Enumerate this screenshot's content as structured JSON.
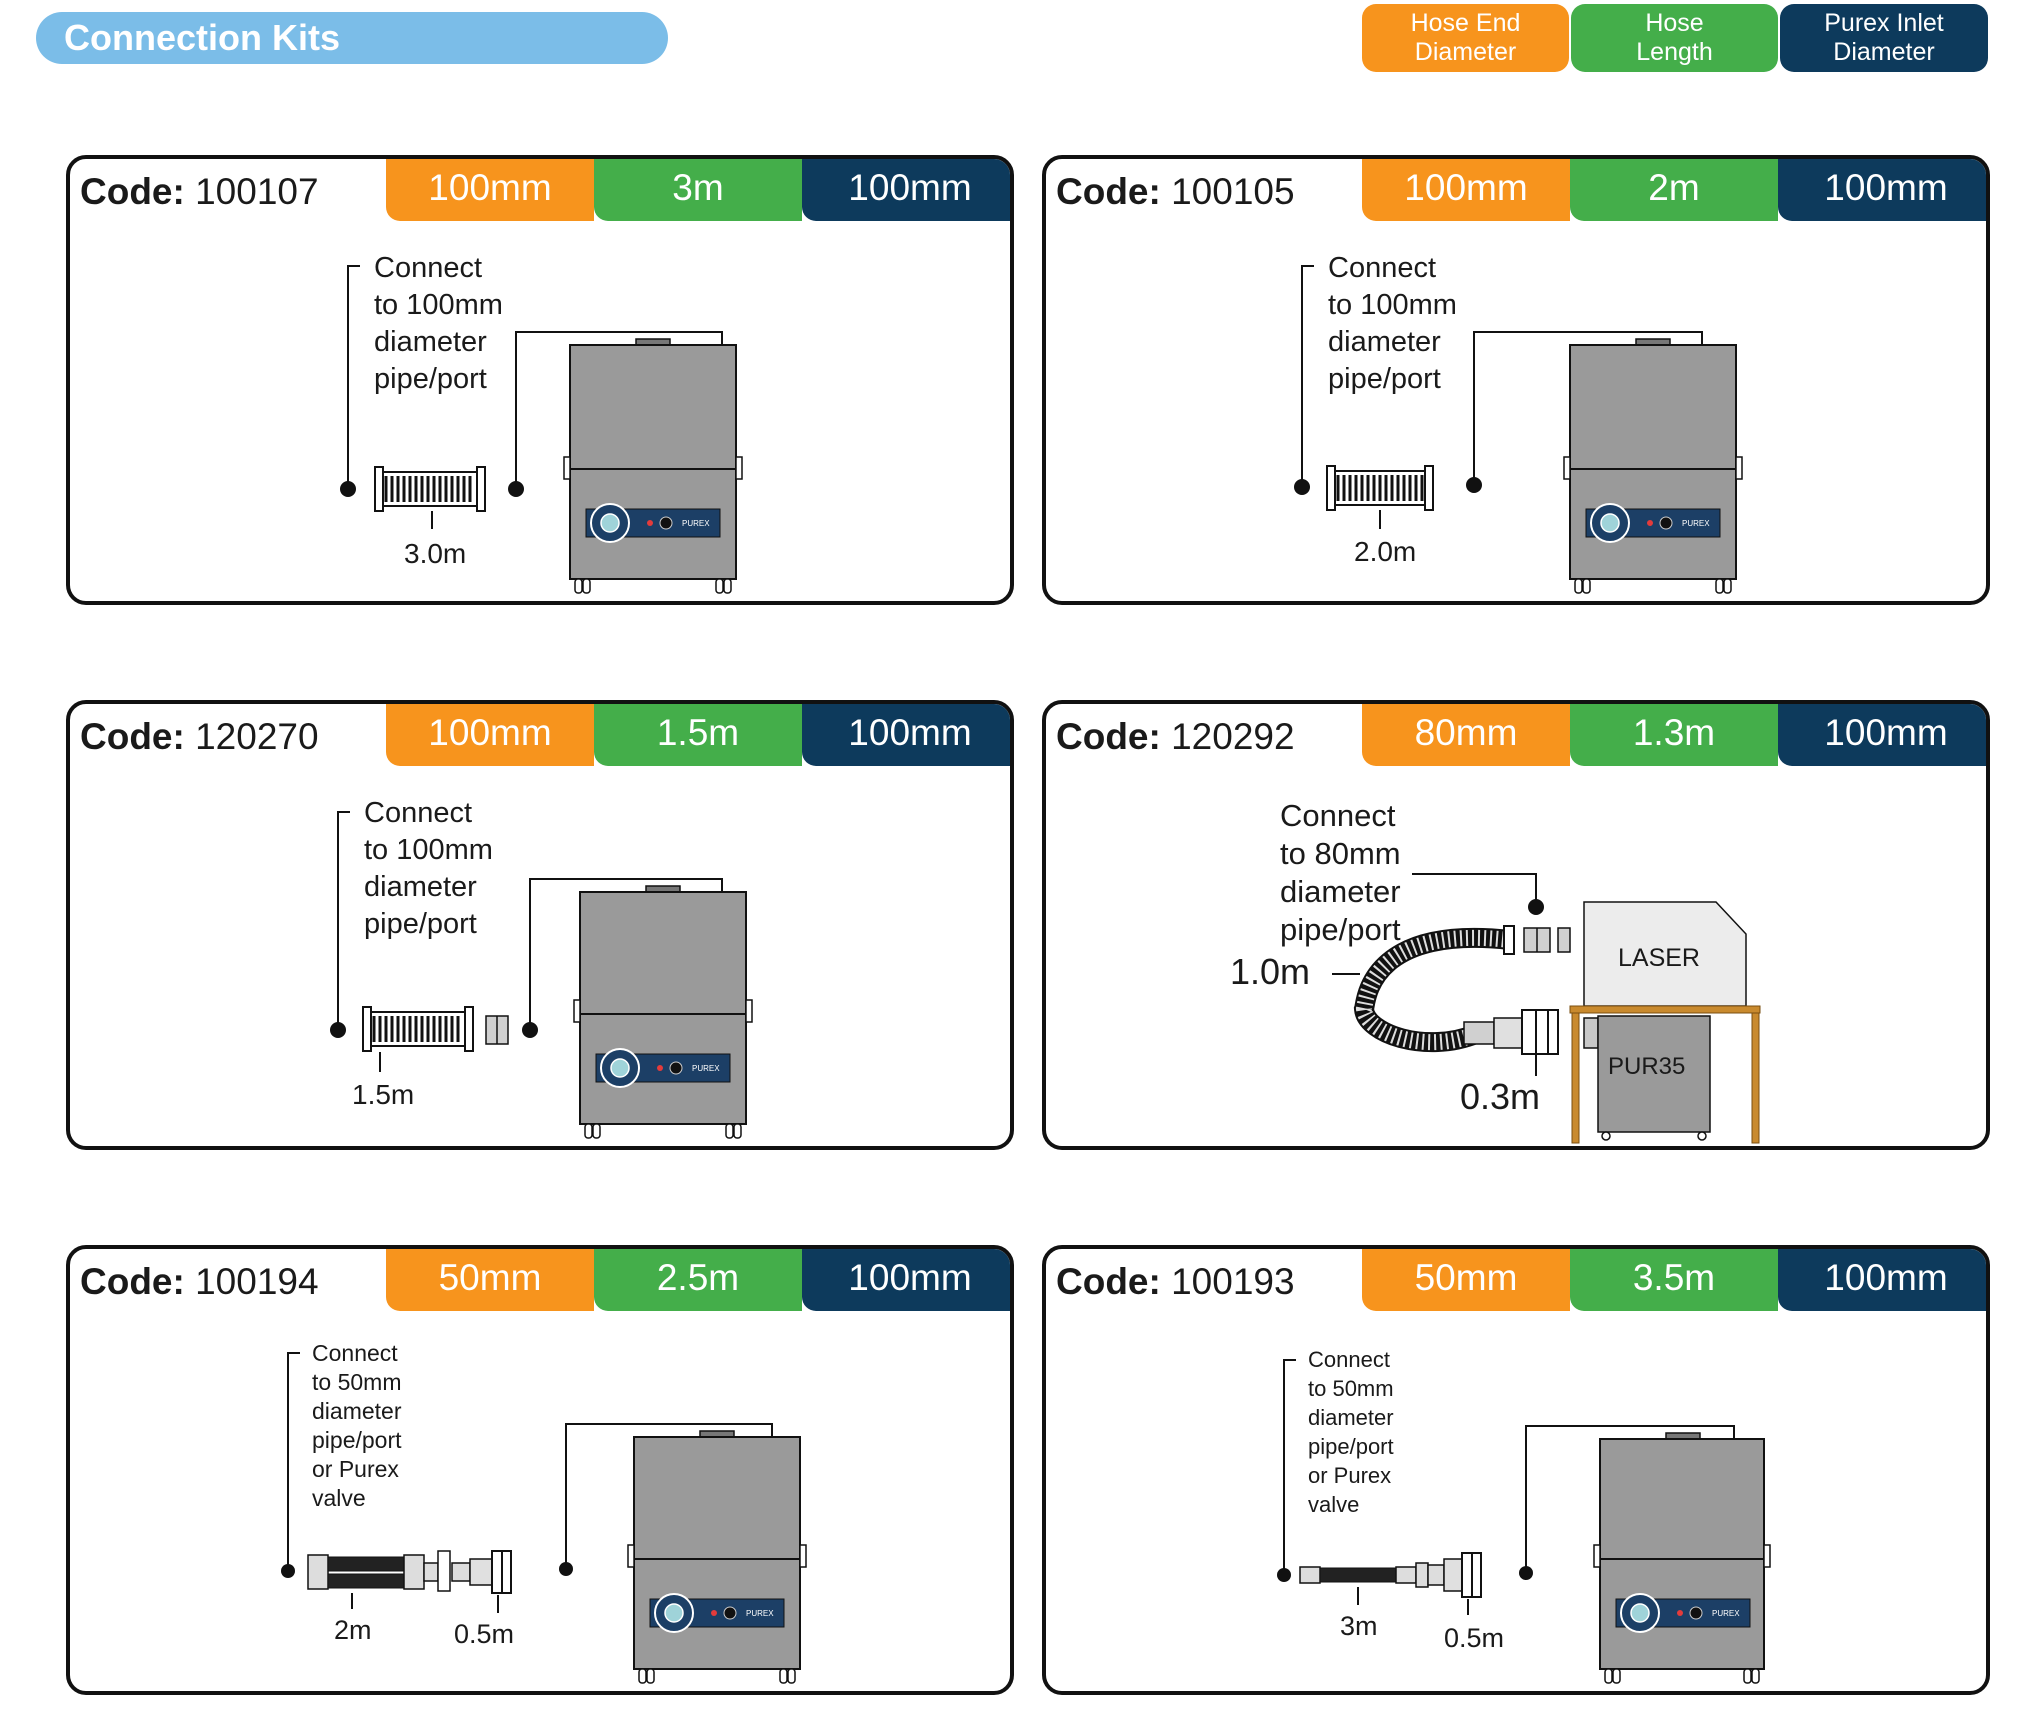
{
  "header": {
    "title": "Connection Kits",
    "legend": [
      {
        "line1": "Hose End",
        "line2": "Diameter",
        "color": "#f7941d"
      },
      {
        "line1": "Hose",
        "line2": "Length",
        "color": "#44ae4a"
      },
      {
        "line1": "Purex Inlet",
        "line2": "Diameter",
        "color": "#0d3a5c"
      }
    ]
  },
  "unit_labels": {
    "logo": "PUREX",
    "laser": "LASER",
    "unit": "PUR35"
  },
  "code_prefix": "Code:",
  "kits": [
    {
      "code": "100107",
      "hose_end": "100mm",
      "length": "3m",
      "inlet": "100mm",
      "note": [
        "Connect",
        "to 100mm",
        "diameter",
        "pipe/port"
      ],
      "dims": [
        "3.0m"
      ]
    },
    {
      "code": "100105",
      "hose_end": "100mm",
      "length": "2m",
      "inlet": "100mm",
      "note": [
        "Connect",
        "to 100mm",
        "diameter",
        "pipe/port"
      ],
      "dims": [
        "2.0m"
      ]
    },
    {
      "code": "120270",
      "hose_end": "100mm",
      "length": "1.5m",
      "inlet": "100mm",
      "note": [
        "Connect",
        "to 100mm",
        "diameter",
        "pipe/port"
      ],
      "dims": [
        "1.5m"
      ]
    },
    {
      "code": "120292",
      "hose_end": "80mm",
      "length": "1.3m",
      "inlet": "100mm",
      "note": [
        "Connect",
        "to 80mm",
        "diameter",
        "pipe/port"
      ],
      "dims": [
        "1.0m",
        "0.3m"
      ]
    },
    {
      "code": "100194",
      "hose_end": "50mm",
      "length": "2.5m",
      "inlet": "100mm",
      "note": [
        "Connect",
        "to 50mm",
        "diameter",
        "pipe/port",
        "or Purex",
        "valve"
      ],
      "dims": [
        "2m",
        "0.5m"
      ]
    },
    {
      "code": "100193",
      "hose_end": "50mm",
      "length": "3.5m",
      "inlet": "100mm",
      "note": [
        "Connect",
        "to 50mm",
        "diameter",
        "pipe/port",
        "or Purex",
        "valve"
      ],
      "dims": [
        "3m",
        "0.5m"
      ]
    }
  ]
}
